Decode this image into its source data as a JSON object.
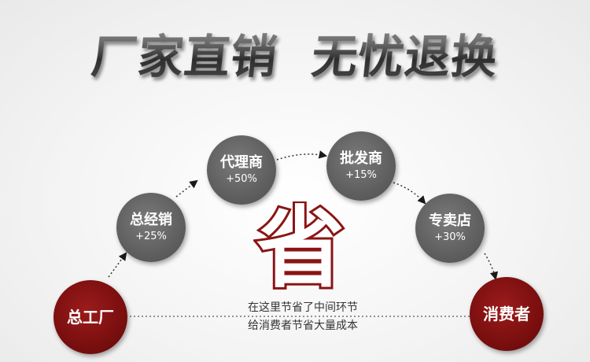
{
  "headline": {
    "left": "厂家直销",
    "right": "无忧退换"
  },
  "flow": {
    "factory": {
      "name": "总工厂"
    },
    "general_distributor": {
      "name": "总经销",
      "markup": "+25%"
    },
    "agent": {
      "name": "代理商",
      "markup": "+50%"
    },
    "wholesaler": {
      "name": "批发商",
      "markup": "+15%"
    },
    "retail_store": {
      "name": "专卖店",
      "markup": "+30%"
    },
    "consumer": {
      "name": "消费者"
    }
  },
  "savings": {
    "mark": "省",
    "line1": "在这里节省了中间环节",
    "line2": "给消费者节省大量成本"
  },
  "colors": {
    "node_gray": "#5f5f5f",
    "node_red": "#7a0f0f",
    "save_mark": "#8b1414"
  }
}
